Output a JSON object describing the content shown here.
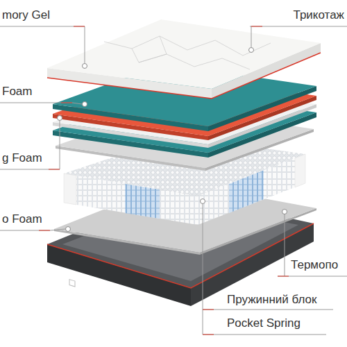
{
  "diagram": {
    "labels": [
      "mory Gel",
      "Трикотаж",
      "Foam",
      "g Foam",
      "o Foam",
      "Термопо",
      "Пружинний блок",
      "Pocket Spring"
    ]
  }
}
